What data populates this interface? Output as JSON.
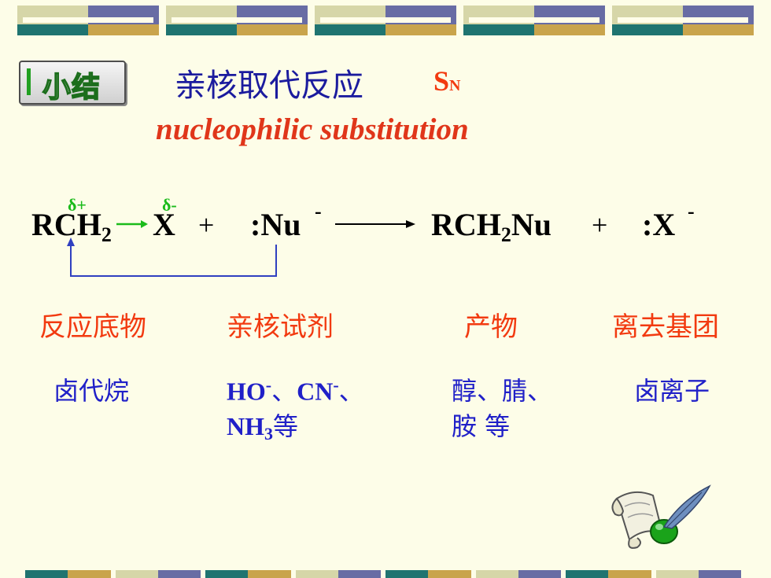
{
  "slide": {
    "badge": "小结",
    "title": "亲核取代反应",
    "sn": {
      "main": "S",
      "sub": "N"
    },
    "subtitle": "nucleophilic substitution"
  },
  "equation": {
    "r_ch": "RCH",
    "sub2": "2",
    "x": "X",
    "delta_plus": "δ+",
    "delta_minus": "δ-",
    "plus": "+",
    "nucleophile": ":Nu",
    "neg": "-",
    "product_rch": "RCH",
    "product_sub": "2",
    "product_nu": "Nu",
    "leaving": ":X"
  },
  "labels": {
    "substrate": "反应底物",
    "nucleophile": "亲核试剂",
    "product": "产物",
    "leaving_group": "离去基团"
  },
  "examples": {
    "substrate": "卤代烷",
    "nuc_ho": "HO",
    "nuc_minus": "-",
    "nuc_sep": "、",
    "nuc_cn": "CN",
    "nuc_nh": "NH",
    "nuc_sub3": "3",
    "nuc_etc": "等",
    "product_line1": "醇、腈、",
    "product_line2": "胺 等",
    "leaving": "卤离子"
  },
  "colors": {
    "title": "#1b1b9e",
    "accent": "#f23a10",
    "example": "#2020c8",
    "delta": "#1bbb1b",
    "arrow_curve": "#3040c0"
  },
  "icons": [
    "scroll-quill-icon"
  ]
}
